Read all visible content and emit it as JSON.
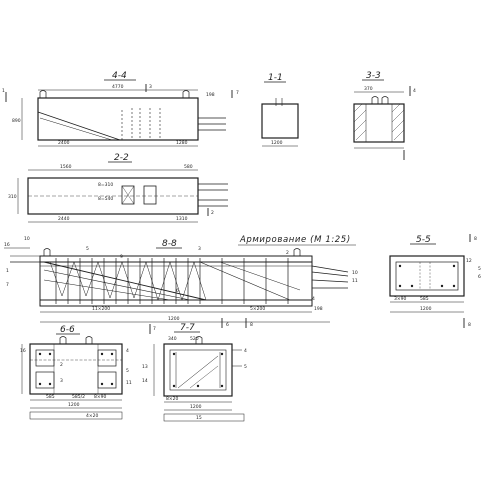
{
  "sections": {
    "s44": "4-4",
    "s11": "1-1",
    "s33": "3-3",
    "s22": "2-2",
    "s88": "8-8",
    "s55": "5-5",
    "s66": "6-6",
    "s77": "7-7"
  },
  "heading": "Армирование (М 1:25)",
  "dims": {
    "d4770": "4770",
    "d198a": "198",
    "d2400": "2400",
    "d1280": "1280",
    "d890": "890",
    "d1560": "1560",
    "d580": "580",
    "d2440": "2440",
    "d1310": "1310",
    "d310": "310",
    "d1200a": "1200",
    "d370": "370",
    "d1200b": "1200",
    "d11x200": "11×200",
    "d5x200": "5×200",
    "d198b": "198",
    "d1200c": "1200",
    "d1200d": "1200",
    "d1200e": "1200",
    "d585a": "585",
    "d585b": "585",
    "d585c": "585/2",
    "d340": "340",
    "d520": "520",
    "d3x90": "3×90",
    "d8x90": "8×90",
    "d8x20": "8×20",
    "d4x20": "4×20"
  },
  "labels": {
    "n1": "1",
    "n2": "2",
    "n3": "3",
    "n4": "4",
    "n5": "5",
    "n6": "6",
    "n7": "7",
    "n8": "8",
    "n9": "9",
    "n10": "10",
    "n11": "11",
    "n12": "12",
    "n13": "13",
    "n14": "14",
    "n15": "15",
    "n16": "16"
  },
  "notes": {
    "b310": "8=310",
    "b540": "8=540"
  }
}
